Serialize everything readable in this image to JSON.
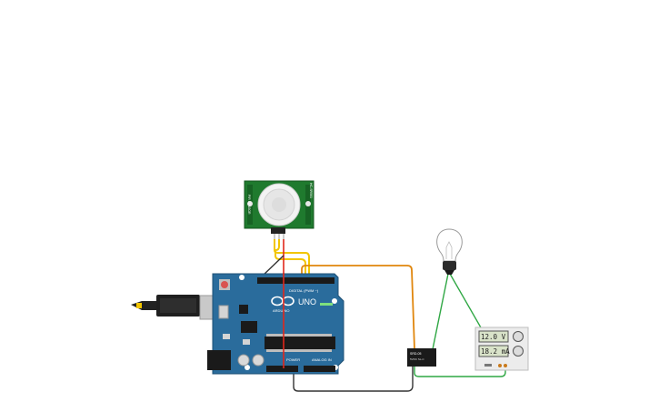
{
  "board": {
    "logo": "ARDUINO",
    "model": "UNO",
    "digital_label": "DIGITAL (PWM ~)",
    "power_label": "POWER",
    "analog_label": "ANALOG IN"
  },
  "pir": {
    "left_text": "PIR SENSOR",
    "right_text": "HC-SR501"
  },
  "relay": {
    "label": "SRD-05",
    "sub": "5VDC SL-C"
  },
  "supply": {
    "voltage": "12.0 V",
    "current": "18.2 mA"
  },
  "colors": {
    "wire_red": "#e1281b",
    "wire_yellow": "#f2c500",
    "wire_orange": "#e0860d",
    "wire_green": "#2fa744",
    "wire_black": "#333333",
    "board": "#2a6c9c",
    "pcb_green": "#1f7a2e"
  },
  "icons": [
    "usb-plug-icon",
    "bulb-icon",
    "knob-icon"
  ]
}
